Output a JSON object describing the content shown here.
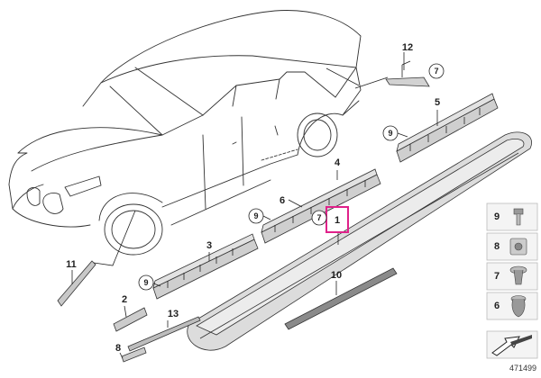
{
  "diagram": {
    "callouts": [
      {
        "id": "c1",
        "label": "1",
        "highlighted": true
      },
      {
        "id": "c2",
        "label": "2"
      },
      {
        "id": "c3",
        "label": "3"
      },
      {
        "id": "c4",
        "label": "4"
      },
      {
        "id": "c5",
        "label": "5"
      },
      {
        "id": "c6",
        "label": "6"
      },
      {
        "id": "c8",
        "label": "8"
      },
      {
        "id": "c10",
        "label": "10"
      },
      {
        "id": "c11",
        "label": "11"
      },
      {
        "id": "c12",
        "label": "12"
      },
      {
        "id": "c13",
        "label": "13"
      }
    ],
    "circle_refs": [
      {
        "id": "r7a",
        "label": "7"
      },
      {
        "id": "r7b",
        "label": "7"
      },
      {
        "id": "r9a",
        "label": "9"
      },
      {
        "id": "r9b",
        "label": "9"
      },
      {
        "id": "r9c",
        "label": "9"
      }
    ],
    "legend": {
      "items": [
        {
          "label": "9",
          "icon": "clip-icon"
        },
        {
          "label": "8",
          "icon": "nut-clip-icon"
        },
        {
          "label": "7",
          "icon": "push-rivet-icon"
        },
        {
          "label": "6",
          "icon": "expanding-rivet-icon"
        }
      ]
    },
    "doc_number": "471499",
    "colors": {
      "highlight": "#e0218a",
      "line": "#222222",
      "part_fill": "#d8d8d8"
    }
  }
}
